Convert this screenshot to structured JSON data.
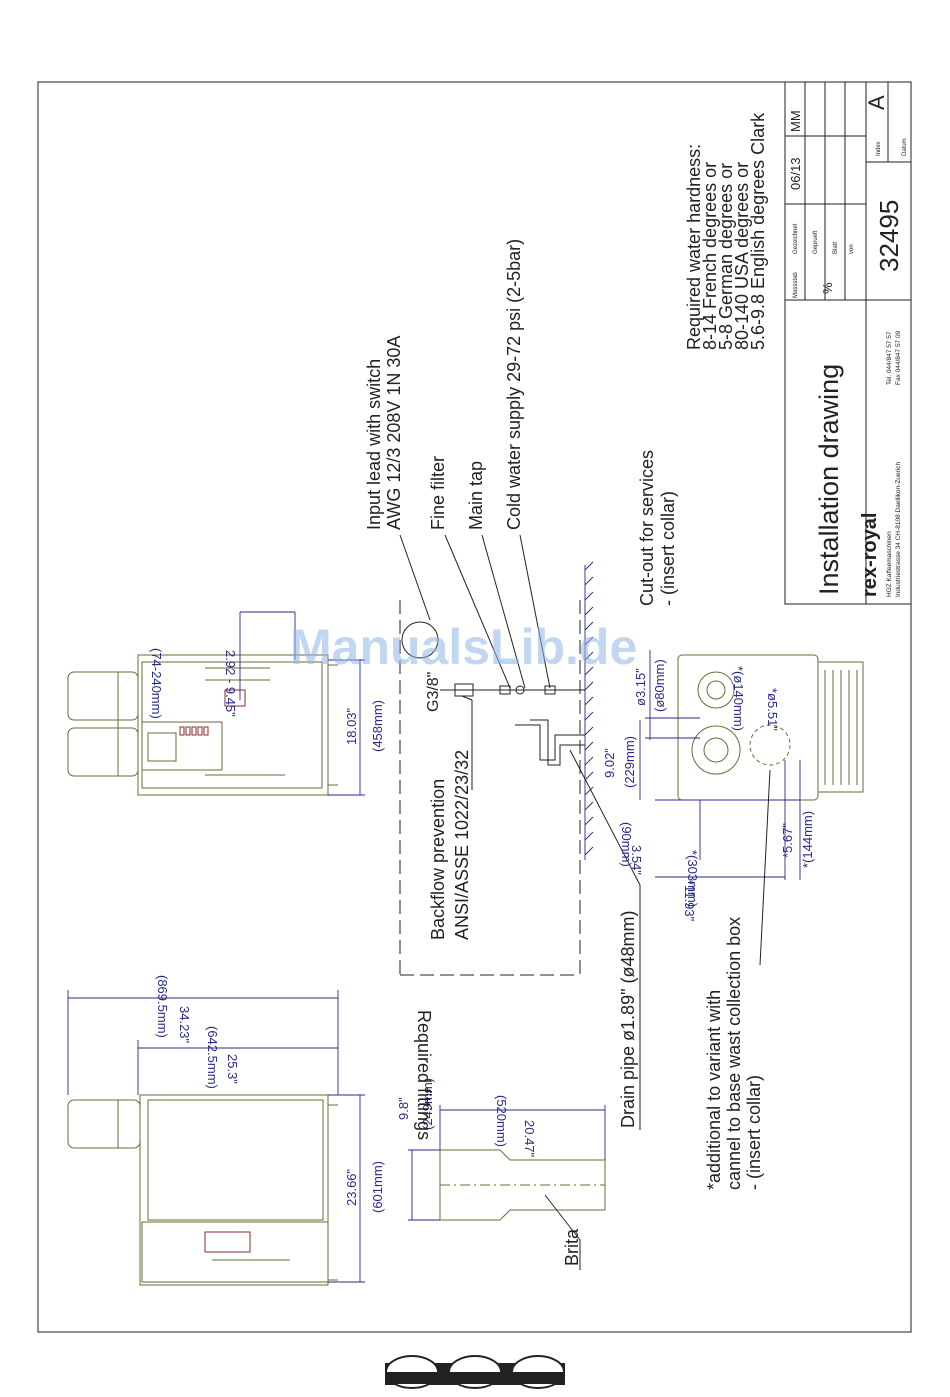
{
  "watermark": "ManualsLib.de",
  "notes": {
    "hardness_title": "Required water hardness:",
    "hardness_lines": [
      "8-14 French degrees or",
      "5-8 German degrees or",
      "80-140 USA degrees or",
      "5.6-9.8 English degrees Clark"
    ],
    "input_lead_1": "Input lead with switch",
    "input_lead_2": "AWG 12/3  208V 1N 30A",
    "fine_filter": "Fine filter",
    "main_tap": "Main tap",
    "cold_water": "Cold water supply  29-72 psi (2-5bar)",
    "cutout_1": "Cut-out for services",
    "cutout_2": "- (insert collar)",
    "g38": "G3/8\"",
    "backflow_1": "Backflow prevention",
    "backflow_2": "ANSI/ASSE 1022/23/32",
    "required_fittings": "Required fittings",
    "drain_pipe": "Drain pipe ø1.89\" (ø48mm)",
    "additional_1": "*additional to variant with",
    "additional_2": "cannel to base wast collection box",
    "additional_3": "- (insert collar)",
    "brita": "Brita"
  },
  "dimensions": {
    "d_292": "2.92 - 9.45\"",
    "d_74mm": "(74-240mm)",
    "d_1803": "18.03\"",
    "d_458": "(458mm)",
    "d_3423": "34.23\"",
    "d_8695": "(869.5mm)",
    "d_253": "25.3\"",
    "d_6425": "(642.5mm)",
    "d_2366": "23.66\"",
    "d_601": "(601mm)",
    "d_98": "9.8\"",
    "d_249": "(249mm)",
    "d_2047": "20.47\"",
    "d_520": "(520mm)",
    "d_315": "ø3.15\"",
    "d_80": "(ø80mm)",
    "d_902": "9.02\"",
    "d_229": "(229mm)",
    "d_354": "3.54\"",
    "d_90": "(90mm)",
    "d_1193": "*11.93\"",
    "d_303": "*(303mm)",
    "d_567": "*5.67\"",
    "d_144": "*(144mm)",
    "d_551": "*ø5.51\"",
    "d_140": "*(ø140mm)"
  },
  "title_block": {
    "title": "Installation drawing",
    "brand": "rex-royal",
    "company_1": "HGZ Kaffeemaschinen",
    "company_2": "Industriestrasse 34    CH-8108 Daellikon-Zuerich",
    "tel": "Tel. 044/847 57 57",
    "fax": "Fax 044/847 57 09",
    "massstab": "Massstab",
    "gezeichnet": "Gezeichnet",
    "geprueft": "Geprueft",
    "blatt": "Blatt",
    "von": "von",
    "scale_value": "%",
    "drawn_date": "06/13",
    "drawn_by": "MM",
    "drawing_number": "32495",
    "index_label": "Index",
    "index_value": "A",
    "datum_label": "Datum"
  }
}
